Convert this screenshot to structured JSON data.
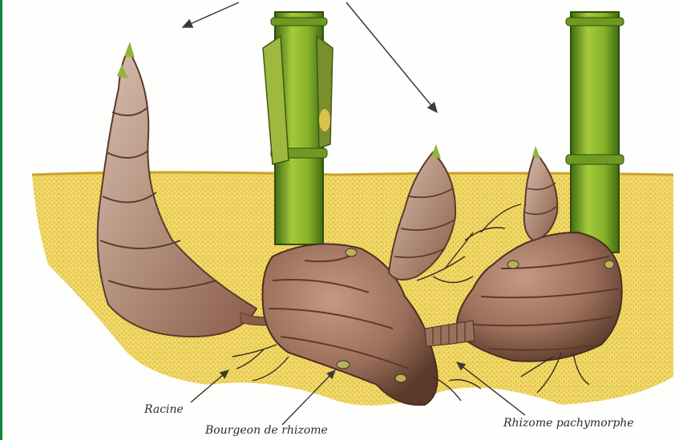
{
  "labels": {
    "root": "Racine",
    "rhizome_bud": "Bourgeon de rhizome",
    "rhizome_type": "Rhizome pachymorphe"
  },
  "colors": {
    "soil": "#e9c83d",
    "soil_light": "#f5e27f",
    "culm_green": "#86b12a",
    "culm_dark": "#3f6b12",
    "rhizome_brown": "#9b6f5a",
    "rhizome_dark": "#5b3a2c",
    "root_dark": "#3a2a22",
    "frame_green": "#0f8a3c"
  },
  "icons": [
    "arrow-icon",
    "bamboo-culm-icon",
    "rhizome-icon",
    "bamboo-shoot-icon"
  ]
}
